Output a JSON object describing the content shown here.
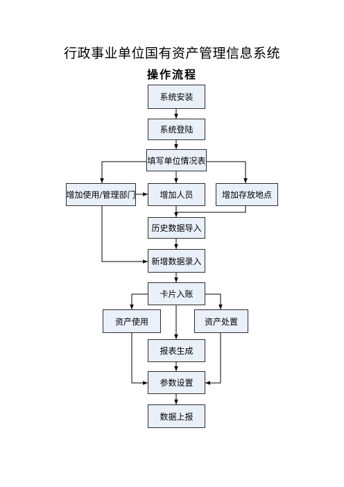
{
  "diagram": {
    "title": "行政事业单位国有资产管理信息系统",
    "subtitle": "操作流程",
    "nodes": {
      "system_install": "系统安装",
      "system_login": "系统登陆",
      "fill_unit_info": "填写单位情况表",
      "add_department": "增加使用/管理部门",
      "add_personnel": "增加人员",
      "add_location": "增加存放地点",
      "history_import": "历史数据导入",
      "new_data_entry": "新增数据录入",
      "card_entry": "卡片入账",
      "asset_use": "资产使用",
      "asset_disposal": "资产处置",
      "report_generate": "报表生成",
      "parameter_settings": "参数设置",
      "data_report": "数据上报"
    }
  }
}
